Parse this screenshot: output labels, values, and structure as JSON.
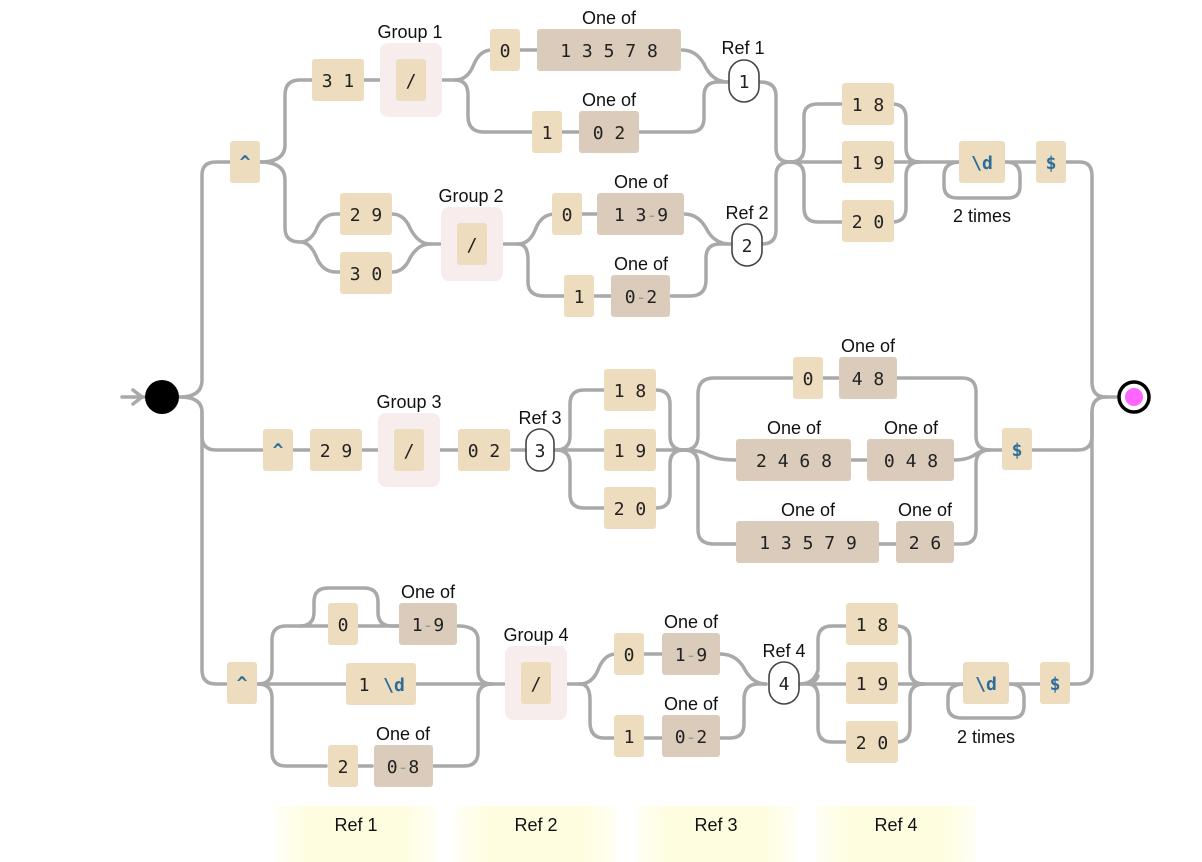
{
  "diagram": {
    "type": "regex-railroad",
    "start_node": "start",
    "end_node": "end",
    "end_color": "#ff66ff",
    "colors": {
      "path": "#a9a9a9",
      "literal_fill": "#eddcbd",
      "charset_fill": "#dacbbb",
      "group_fill": "#f7eded",
      "escape_text": "#2d6d9c",
      "legend_fill": "#fffde0"
    },
    "labels": {
      "one_of": "One of",
      "two_times": "2 times"
    },
    "branch1": {
      "anchor": "^",
      "sub_a": {
        "literal": "3 1",
        "group_label": "Group 1",
        "group_literal": "/",
        "opt1": {
          "literal": "0",
          "charset": [
            "1",
            "3",
            "5",
            "7",
            "8"
          ]
        },
        "opt2": {
          "literal": "1",
          "charset": [
            "0",
            "2"
          ]
        },
        "ref_label": "Ref 1",
        "ref_num": "1"
      },
      "sub_b": {
        "literals": [
          "2 9",
          "3 0"
        ],
        "group_label": "Group 2",
        "group_literal": "/",
        "opt1": {
          "literal": "0",
          "charset": [
            "1",
            "3-9"
          ]
        },
        "opt2": {
          "literal": "1",
          "charset": [
            "0-2"
          ]
        },
        "ref_label": "Ref 2",
        "ref_num": "2"
      },
      "years": [
        "1 8",
        "1 9",
        "2 0"
      ],
      "digit": "\\d",
      "repeat": "2 times",
      "end_anchor": "$"
    },
    "branch2": {
      "anchor": "^",
      "literal1": "2 9",
      "group_label": "Group 3",
      "group_literal": "/",
      "literal2": "0 2",
      "ref_label": "Ref 3",
      "ref_num": "3",
      "years": [
        "1 8",
        "1 9",
        "2 0"
      ],
      "opt1": {
        "literal": "0",
        "charset": [
          "4",
          "8"
        ]
      },
      "opt2": {
        "charset1": [
          "2",
          "4",
          "6",
          "8"
        ],
        "charset2": [
          "0",
          "4",
          "8"
        ]
      },
      "opt3": {
        "charset1": [
          "1",
          "3",
          "5",
          "7",
          "9"
        ],
        "charset2": [
          "2",
          "6"
        ]
      },
      "end_anchor": "$"
    },
    "branch3": {
      "anchor": "^",
      "opt1": {
        "literal": "0",
        "charset": [
          "1-9"
        ],
        "optional_literal": true
      },
      "opt2": {
        "literal": "1",
        "escape": "\\d"
      },
      "opt3": {
        "literal": "2",
        "charset": [
          "0-8"
        ]
      },
      "group_label": "Group 4",
      "group_literal": "/",
      "m_opt1": {
        "literal": "0",
        "charset": [
          "1-9"
        ]
      },
      "m_opt2": {
        "literal": "1",
        "charset": [
          "0-2"
        ]
      },
      "ref_label": "Ref 4",
      "ref_num": "4",
      "years": [
        "1 8",
        "1 9",
        "2 0"
      ],
      "digit": "\\d",
      "repeat": "2 times",
      "end_anchor": "$"
    },
    "legend": [
      "Ref 1",
      "Ref 2",
      "Ref 3",
      "Ref 4"
    ]
  }
}
